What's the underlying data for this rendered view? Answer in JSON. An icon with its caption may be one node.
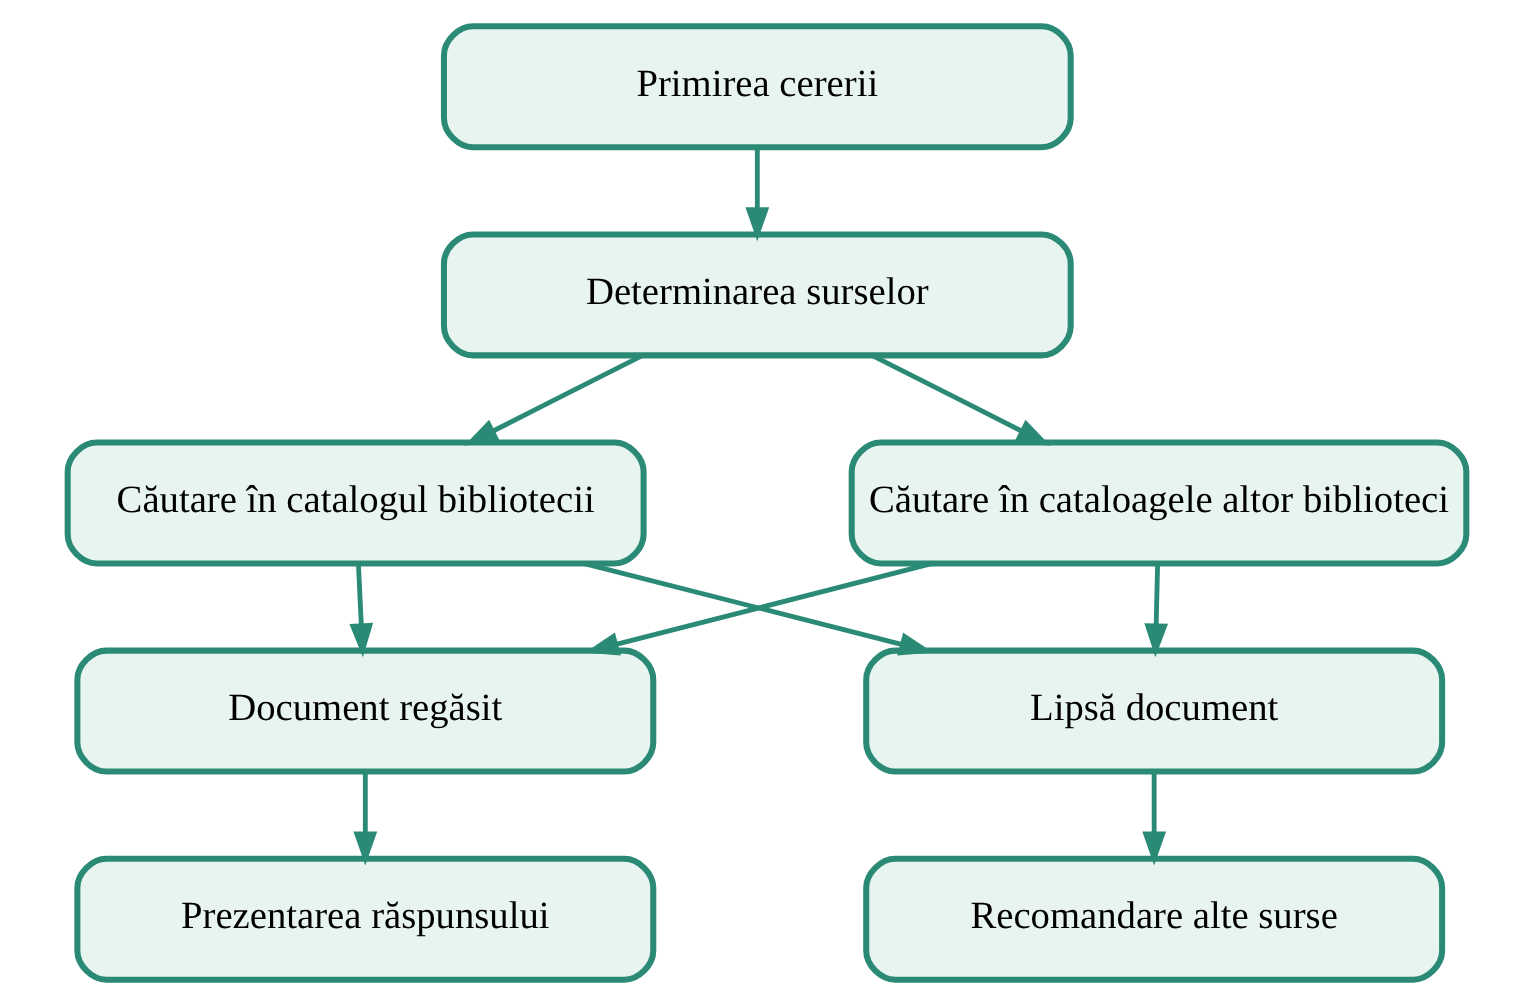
{
  "diagram": {
    "nodes": [
      {
        "text": [
          "Primirea cererii"
        ]
      },
      {
        "text": [
          "Determinarea surselor"
        ]
      },
      {
        "text": [
          "Căutare în catalogul bibliotecii"
        ]
      },
      {
        "text": [
          "Căutare în cataloagele altor biblioteci"
        ]
      },
      {
        "text": [
          "Document regăsit"
        ]
      },
      {
        "text": [
          "Lipsă document"
        ]
      },
      {
        "text": [
          "Prezentarea răspunsului"
        ]
      },
      {
        "text": [
          "Recomandare alte surse"
        ]
      }
    ],
    "edges": [
      {
        "from": 0,
        "to": 1,
        "arrow": "to"
      },
      {
        "from": 1,
        "to": 2,
        "arrow": "to"
      },
      {
        "from": 1,
        "to": 3,
        "arrow": "to"
      },
      {
        "from": 2,
        "to": 4,
        "arrow": "to"
      },
      {
        "from": 2,
        "to": 5,
        "arrow": "to"
      },
      {
        "from": 3,
        "to": 5,
        "arrow": "to"
      },
      {
        "from": 3,
        "to": 4,
        "arrow": "to"
      },
      {
        "from": 4,
        "to": 6,
        "arrow": "to"
      },
      {
        "from": 5,
        "to": 7,
        "arrow": "to"
      }
    ]
  }
}
